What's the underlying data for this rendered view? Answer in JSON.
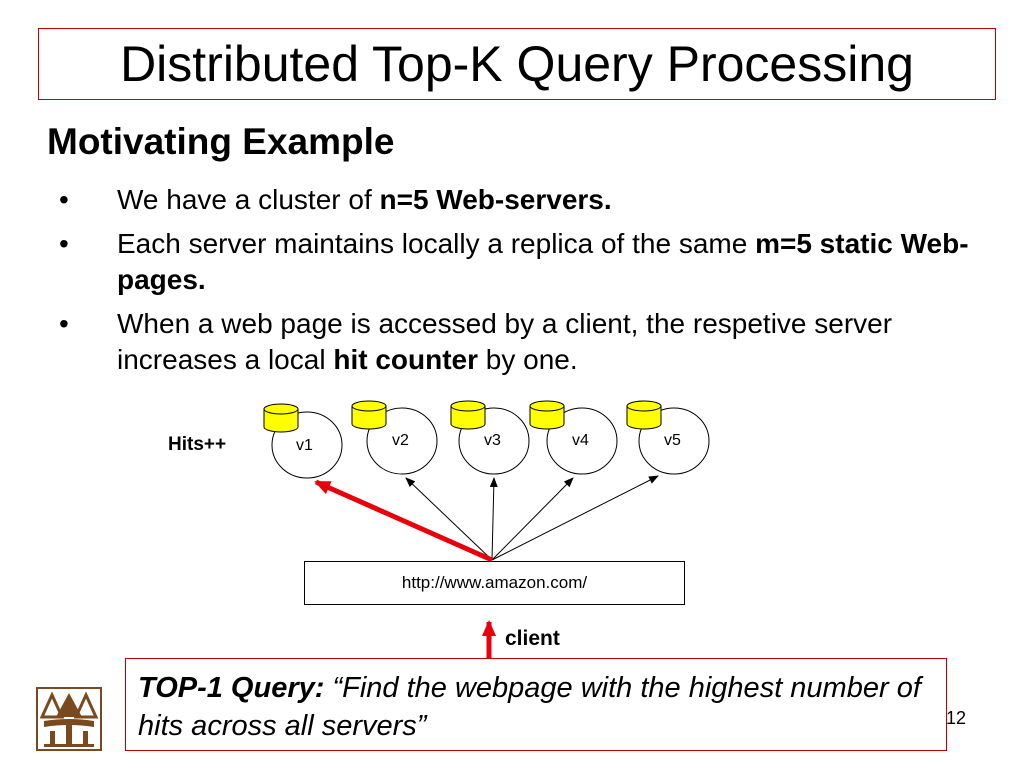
{
  "slide": {
    "title": "Distributed Top-K Query Processing",
    "subtitle": "Motivating Example",
    "bullets": [
      {
        "marker": "•",
        "before": "We have a cluster of ",
        "bold": "n=5 Web-servers.",
        "after": ""
      },
      {
        "marker": "•",
        "before": "Each server maintains locally a replica of the same ",
        "bold": "m=5 static Web-pages.",
        "after": ""
      },
      {
        "marker": "•",
        "before": "When a web page is accessed by a client, the respetive server increases a local ",
        "bold": "hit counter",
        "after": " by one."
      }
    ],
    "page_number": "12"
  },
  "diagram": {
    "hits_label": "Hits++",
    "nodes": [
      "v1",
      "v2",
      "v3",
      "v4",
      "v5"
    ],
    "url": "http://www.amazon.com/",
    "client_label": "client",
    "highlighted_node": "v1",
    "colors": {
      "highlight": "#e8000b",
      "database": "#ffff00",
      "border": "#c00000"
    }
  },
  "query": {
    "label": "TOP-1 Query:",
    "text": " “Find the webpage with the highest number of hits across all servers”"
  },
  "logo": {
    "icon": "university-crest-icon"
  }
}
